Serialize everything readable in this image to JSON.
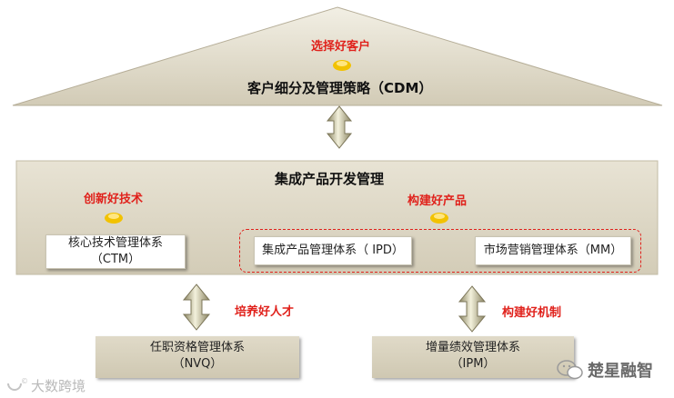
{
  "roof": {
    "label_top": "选择好客户",
    "title": "客户细分及管理策略（CDM）"
  },
  "middle": {
    "title": "集成产品开发管理",
    "left_label": "创新好技术",
    "right_label": "构建好产品",
    "ctm": {
      "line1": "核心技术管理体系",
      "line2": "（CTM）"
    },
    "ipd": {
      "text": "集成产品管理体系（ IPD）"
    },
    "mm": {
      "text": "市场营销管理体系（MM）"
    }
  },
  "bottom": {
    "left_label": "培养好人才",
    "right_label": "构建好机制",
    "nvq": {
      "line1": "任职资格管理体系",
      "line2": "（NVQ）"
    },
    "ipm": {
      "line1": "增量绩效管理体系",
      "line2": "（IPM）"
    }
  },
  "watermarks": {
    "left": "大数跨境",
    "right": "楚星融智"
  },
  "colors": {
    "accent_red": "#e0211b",
    "band_fill": "#dbd4c0",
    "arrow_green": "#c9c59b",
    "gold": "#f2c200"
  }
}
